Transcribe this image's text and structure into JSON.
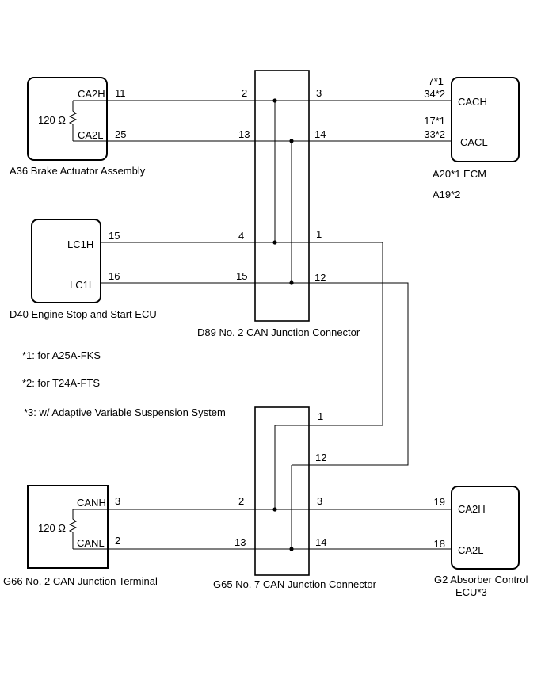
{
  "a36": {
    "resistor": "120 Ω",
    "pin_high_name": "CA2H",
    "pin_low_name": "CA2L",
    "pin_high_no": "11",
    "pin_low_no": "25",
    "caption": "A36  Brake Actuator Assembly"
  },
  "ecm": {
    "pin_high_name": "CACH",
    "pin_low_name": "CACL",
    "pin_high_no_1": "7*1",
    "pin_high_no_2": "34*2",
    "pin_low_no_1": "17*1",
    "pin_low_no_2": "33*2",
    "caption_line1": "A20*1  ECM",
    "caption_line2": "A19*2"
  },
  "d40": {
    "pin_high_name": "LC1H",
    "pin_low_name": "LC1L",
    "pin_high_no": "15",
    "pin_low_no": "16",
    "caption": "D40  Engine Stop and Start ECU"
  },
  "d89": {
    "caption": "D89  No. 2 CAN Junction Connector",
    "pins": {
      "p2": "2",
      "p3": "3",
      "p13": "13",
      "p14": "14",
      "p4": "4",
      "p1": "1",
      "p15": "15",
      "p12": "12"
    }
  },
  "notes": [
    "*1: for A25A-FKS",
    "*2: for T24A-FTS",
    "*3: w/ Adaptive Variable Suspension System"
  ],
  "g65": {
    "caption": "G65  No. 7 CAN Junction Connector",
    "pins": {
      "p1": "1",
      "p12": "12",
      "p2": "2",
      "p3": "3",
      "p13": "13",
      "p14": "14"
    }
  },
  "g66": {
    "resistor": "120 Ω",
    "pin_high_name": "CANH",
    "pin_low_name": "CANL",
    "pin_high_no": "3",
    "pin_low_no": "2",
    "caption": "G66  No. 2 CAN Junction Terminal"
  },
  "g2": {
    "pin_high_name": "CA2H",
    "pin_low_name": "CA2L",
    "pin_high_no": "19",
    "pin_low_no": "18",
    "caption_line1": "G2  Absorber Control",
    "caption_line2": "ECU*3"
  }
}
